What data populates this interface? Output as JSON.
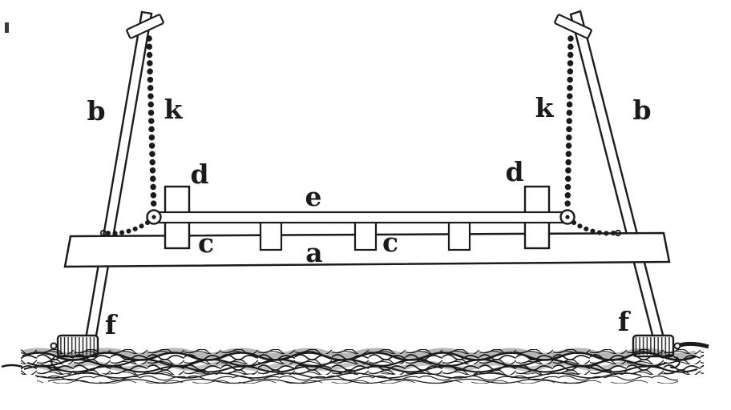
{
  "figure": {
    "kind": "engraving-line-diagram"
  },
  "colors": {
    "ink": "#1b1b1b",
    "paper": "#ffffff"
  },
  "labels": {
    "main_beam": "a",
    "left_post": "b",
    "right_post": "b",
    "left_bracket": "c",
    "right_bracket": "c",
    "left_block": "d",
    "right_block": "d",
    "cross_bar": "e",
    "left_wheel": "f",
    "right_wheel": "f",
    "left_chain": "k",
    "right_chain": "k"
  }
}
